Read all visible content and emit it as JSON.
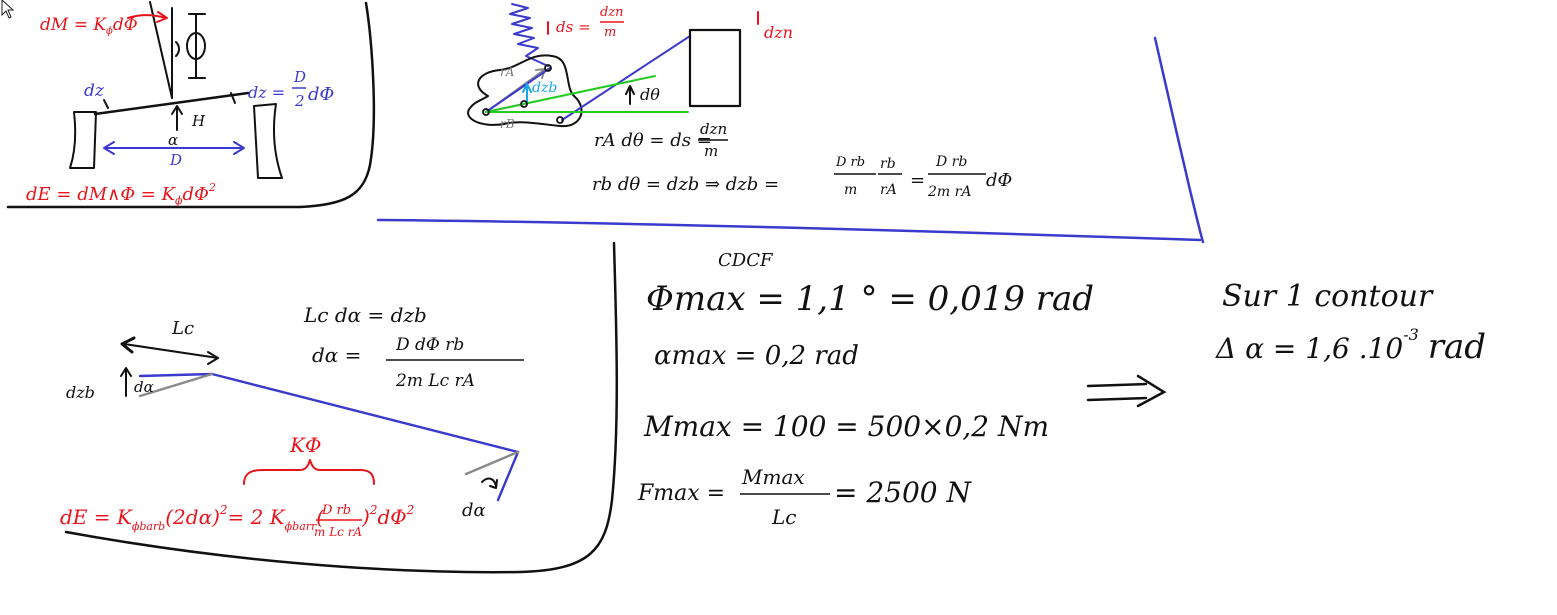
{
  "colors": {
    "ink": "#111111",
    "red": "#e8141c",
    "blue": "#3a3acd",
    "green": "#22cc22",
    "cyan": "#1aa6e6",
    "gray": "#8a8a8a"
  },
  "icons": [
    "mouse-cursor-icon",
    "implies-arrow-icon",
    "spring-icon"
  ],
  "panel_tl": {
    "dM": "dM = K",
    "dM_sub": "ϕ",
    "dM_tail": "dΦ",
    "dz_left": "dz",
    "dz_right": "dz =",
    "frac_num": "D",
    "frac_den": "2",
    "frac_phi": "dΦ",
    "h_label": "H",
    "alpha": "α",
    "d_label": "D",
    "energy": "dE = dM∧Φ = K",
    "energy_sub": "ϕ",
    "energy_tail": "dΦ",
    "energy_exp": "2"
  },
  "panel_tm": {
    "ds_red": "ds =",
    "ds_num": "dzn",
    "ds_den": "m",
    "dzn_right": "dzn",
    "ra": "rA",
    "rb": "rB",
    "dzb_cyan": "dzb",
    "dtheta": "dθ",
    "eq1_lhs": "rA dθ = ds =",
    "eq1_num": "dzn",
    "eq1_den": "m",
    "eq2_lhs": "rb dθ = dzb  ⇒  dzb =",
    "eq2_f1_num": "D rb",
    "eq2_f1_den": "m",
    "eq2_f2_num": "rb",
    "eq2_f2_den": "rA",
    "eq2_eq": "=",
    "eq2_f3_num": "D rb",
    "eq2_f3_den": "2m rA",
    "eq2_tail": "dΦ"
  },
  "panel_bl": {
    "lc": "Lc",
    "eq_a": "Lc dα = dzb",
    "eq_b_lhs": "dα =",
    "eq_b_num": "D dΦ rb",
    "eq_b_den": "2m Lc rA",
    "dzb": "dzb",
    "dalpha": "dα",
    "dalpha_tip": "dα",
    "k_brace": "KΦ",
    "energy_main": "dE = K",
    "energy_sub1": "ϕbarb",
    "energy_mid": "(2dα)",
    "energy_exp1": "2",
    "energy_eq": "= 2 K",
    "energy_sub2": "ϕbarr",
    "energy_paren_num": "D rb",
    "energy_paren_den": "m Lc rA",
    "energy_exp2": "2",
    "energy_tail": "dΦ",
    "energy_exp3": "2"
  },
  "panel_br": {
    "cdcf": "CDCF",
    "phi_max": "Φmax = 1,1 ° = 0,019 rad",
    "alpha_max": "αmax = 0,2 rad",
    "m_max": "Mmax = 100 = 500×0,2 Nm",
    "f_max_lhs": "Fmax =",
    "f_max_num": "Mmax",
    "f_max_den": "Lc",
    "f_max_rhs": "= 2500 N"
  },
  "result": {
    "line1": "Sur 1 contour",
    "line2_a": "Δ α = 1,6 .10",
    "line2_exp": "-3",
    "line2_b": "rad"
  }
}
